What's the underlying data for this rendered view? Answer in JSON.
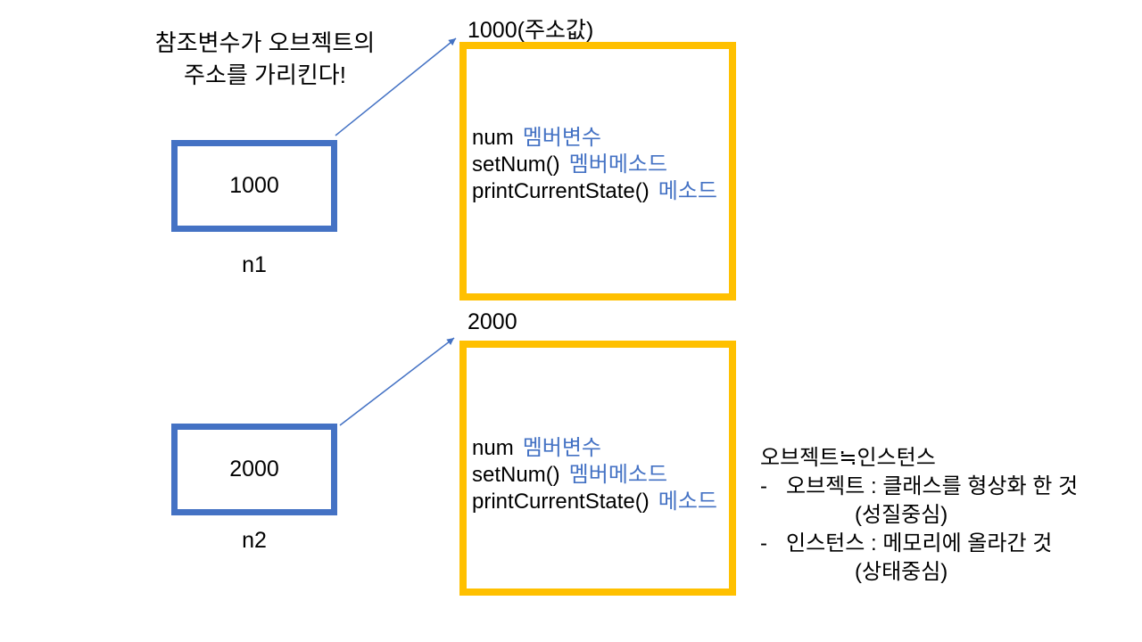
{
  "colors": {
    "box_blue": "#4472C4",
    "box_yellow": "#FFC000",
    "text_blue": "#4472C4",
    "arrow_blue": "#4472C4",
    "text_black": "#000000",
    "background": "#FFFFFF"
  },
  "annotation": {
    "line1": "참조변수가 오브젝트의",
    "line2": "주소를 가리킨다!"
  },
  "variables": [
    {
      "value": "1000",
      "label": "n1"
    },
    {
      "value": "2000",
      "label": "n2"
    }
  ],
  "objects": [
    {
      "address_label": "1000(주소값)",
      "members": [
        {
          "code": "num",
          "desc": "멤버변수"
        },
        {
          "code": "setNum()",
          "desc": "멤버메소드"
        },
        {
          "code": "printCurrentState()",
          "desc": "메소드"
        }
      ]
    },
    {
      "address_label": "2000",
      "members": [
        {
          "code": "num",
          "desc": "멤버변수"
        },
        {
          "code": "setNum()",
          "desc": "멤버메소드"
        },
        {
          "code": "printCurrentState()",
          "desc": "메소드"
        }
      ]
    }
  ],
  "note": {
    "title": "오브젝트≒인스턴스",
    "items": [
      {
        "bullet": "-",
        "text": "오브젝트 : 클래스를 형상화 한 것",
        "sub": "(성질중심)"
      },
      {
        "bullet": "-",
        "text": "인스턴스 : 메모리에 올라간 것",
        "sub": "(상태중심)"
      }
    ]
  }
}
